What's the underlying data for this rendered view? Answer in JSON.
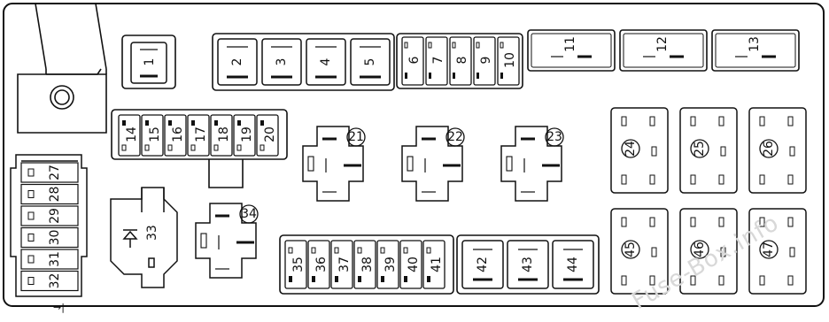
{
  "fuses_left_top": [
    "1",
    "2",
    "3",
    "4",
    "5"
  ],
  "fuses_mini_top": [
    "6",
    "7",
    "8",
    "9",
    "10"
  ],
  "fuses_top_right": [
    "11",
    "12",
    "13"
  ],
  "fuses_middle_left": [
    "14",
    "15",
    "16",
    "17",
    "18",
    "19",
    "20"
  ],
  "relays_middle": [
    "21",
    "22",
    "23"
  ],
  "relays_right_top": [
    "24",
    "25",
    "26"
  ],
  "connector_left": [
    "27",
    "28",
    "29",
    "30",
    "31",
    "32"
  ],
  "diode": "33",
  "relay_lower": "34",
  "fuses_bottom": [
    "35",
    "36",
    "37",
    "38",
    "39",
    "40",
    "41"
  ],
  "fuses_bottom_right": [
    "42",
    "43",
    "44"
  ],
  "relays_right_bottom": [
    "45",
    "46",
    "47"
  ],
  "watermark": "Fuse-Box.info"
}
